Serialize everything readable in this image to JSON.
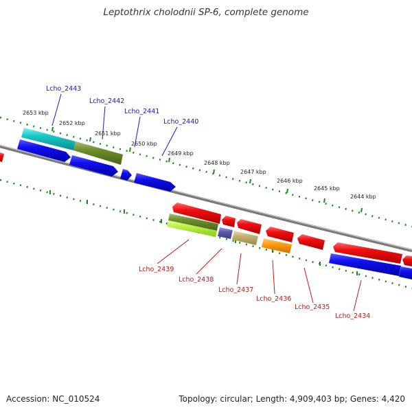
{
  "title": "Leptothrix cholodnii SP-6, complete genome",
  "footer": {
    "accession": "Accession: NC_010524",
    "summary": "Topology: circular; Length: 4,909,403 bp; Genes: 4,420"
  },
  "scale_ticks": [
    "2653 kbp",
    "2652 kbp",
    "2651 kbp",
    "2650 kbp",
    "2649 kbp",
    "2648 kbp",
    "2647 kbp",
    "2646 kbp",
    "2645 kbp",
    "2644 kbp"
  ],
  "forward_gene_labels": [
    "Lcho_2443",
    "Lcho_2442",
    "Lcho_2441",
    "Lcho_2440"
  ],
  "reverse_gene_labels": [
    "Lcho_2439",
    "Lcho_2438",
    "Lcho_2437",
    "Lcho_2436",
    "Lcho_2435",
    "Lcho_2434"
  ],
  "colors": {
    "forward_label": "#1515c8",
    "reverse_label": "#cc1111",
    "backbone": "#7a7a7a",
    "tick": "#1a8a1a",
    "cds_forward": "#1010e0",
    "cds_reverse": "#ee1010"
  }
}
